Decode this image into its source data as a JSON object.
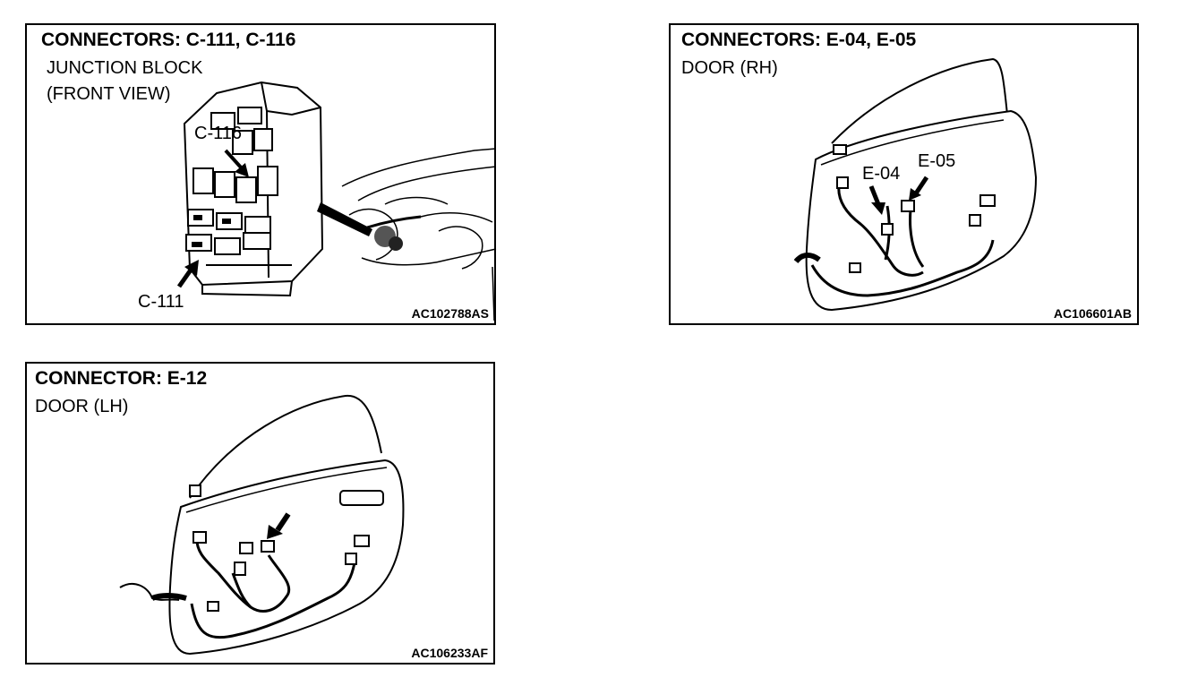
{
  "panels": [
    {
      "title": "CONNECTORS: C-111, C-116",
      "subtitle_line1": "JUNCTION BLOCK",
      "subtitle_line2": "(FRONT VIEW)",
      "callouts": [
        "C-116",
        "C-111"
      ],
      "figure_code": "AC102788AS"
    },
    {
      "title": "CONNECTORS: E-04, E-05",
      "subtitle_line1": "DOOR (RH)",
      "callouts": [
        "E-04",
        "E-05"
      ],
      "figure_code": "AC106601AB"
    },
    {
      "title": "CONNECTOR: E-12",
      "subtitle_line1": "DOOR (LH)",
      "figure_code": "AC106233AF"
    }
  ]
}
